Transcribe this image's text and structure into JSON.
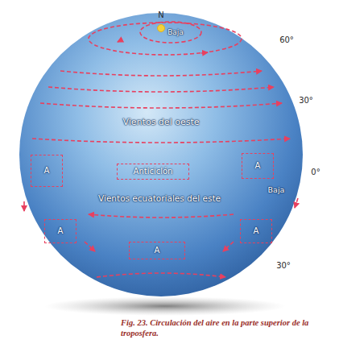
{
  "diagram": {
    "caption": "Fig. 23. Circulación del aire en la parte superior de la troposfera.",
    "nodes": [
      {
        "text": [
          "A"
        ]
      },
      {
        "text": [
          "A"
        ]
      },
      {
        "text": [
          "Anticiclón"
        ]
      },
      {
        "text": [
          "A"
        ]
      },
      {
        "text": [
          "A"
        ]
      },
      {
        "text": [
          "A"
        ]
      }
    ],
    "labels": [
      "N",
      "Baja",
      "60°",
      "30°",
      "Vientos del oeste",
      "0°",
      "Baja",
      "Vientos ecuatoriales del este",
      "30°"
    ]
  }
}
